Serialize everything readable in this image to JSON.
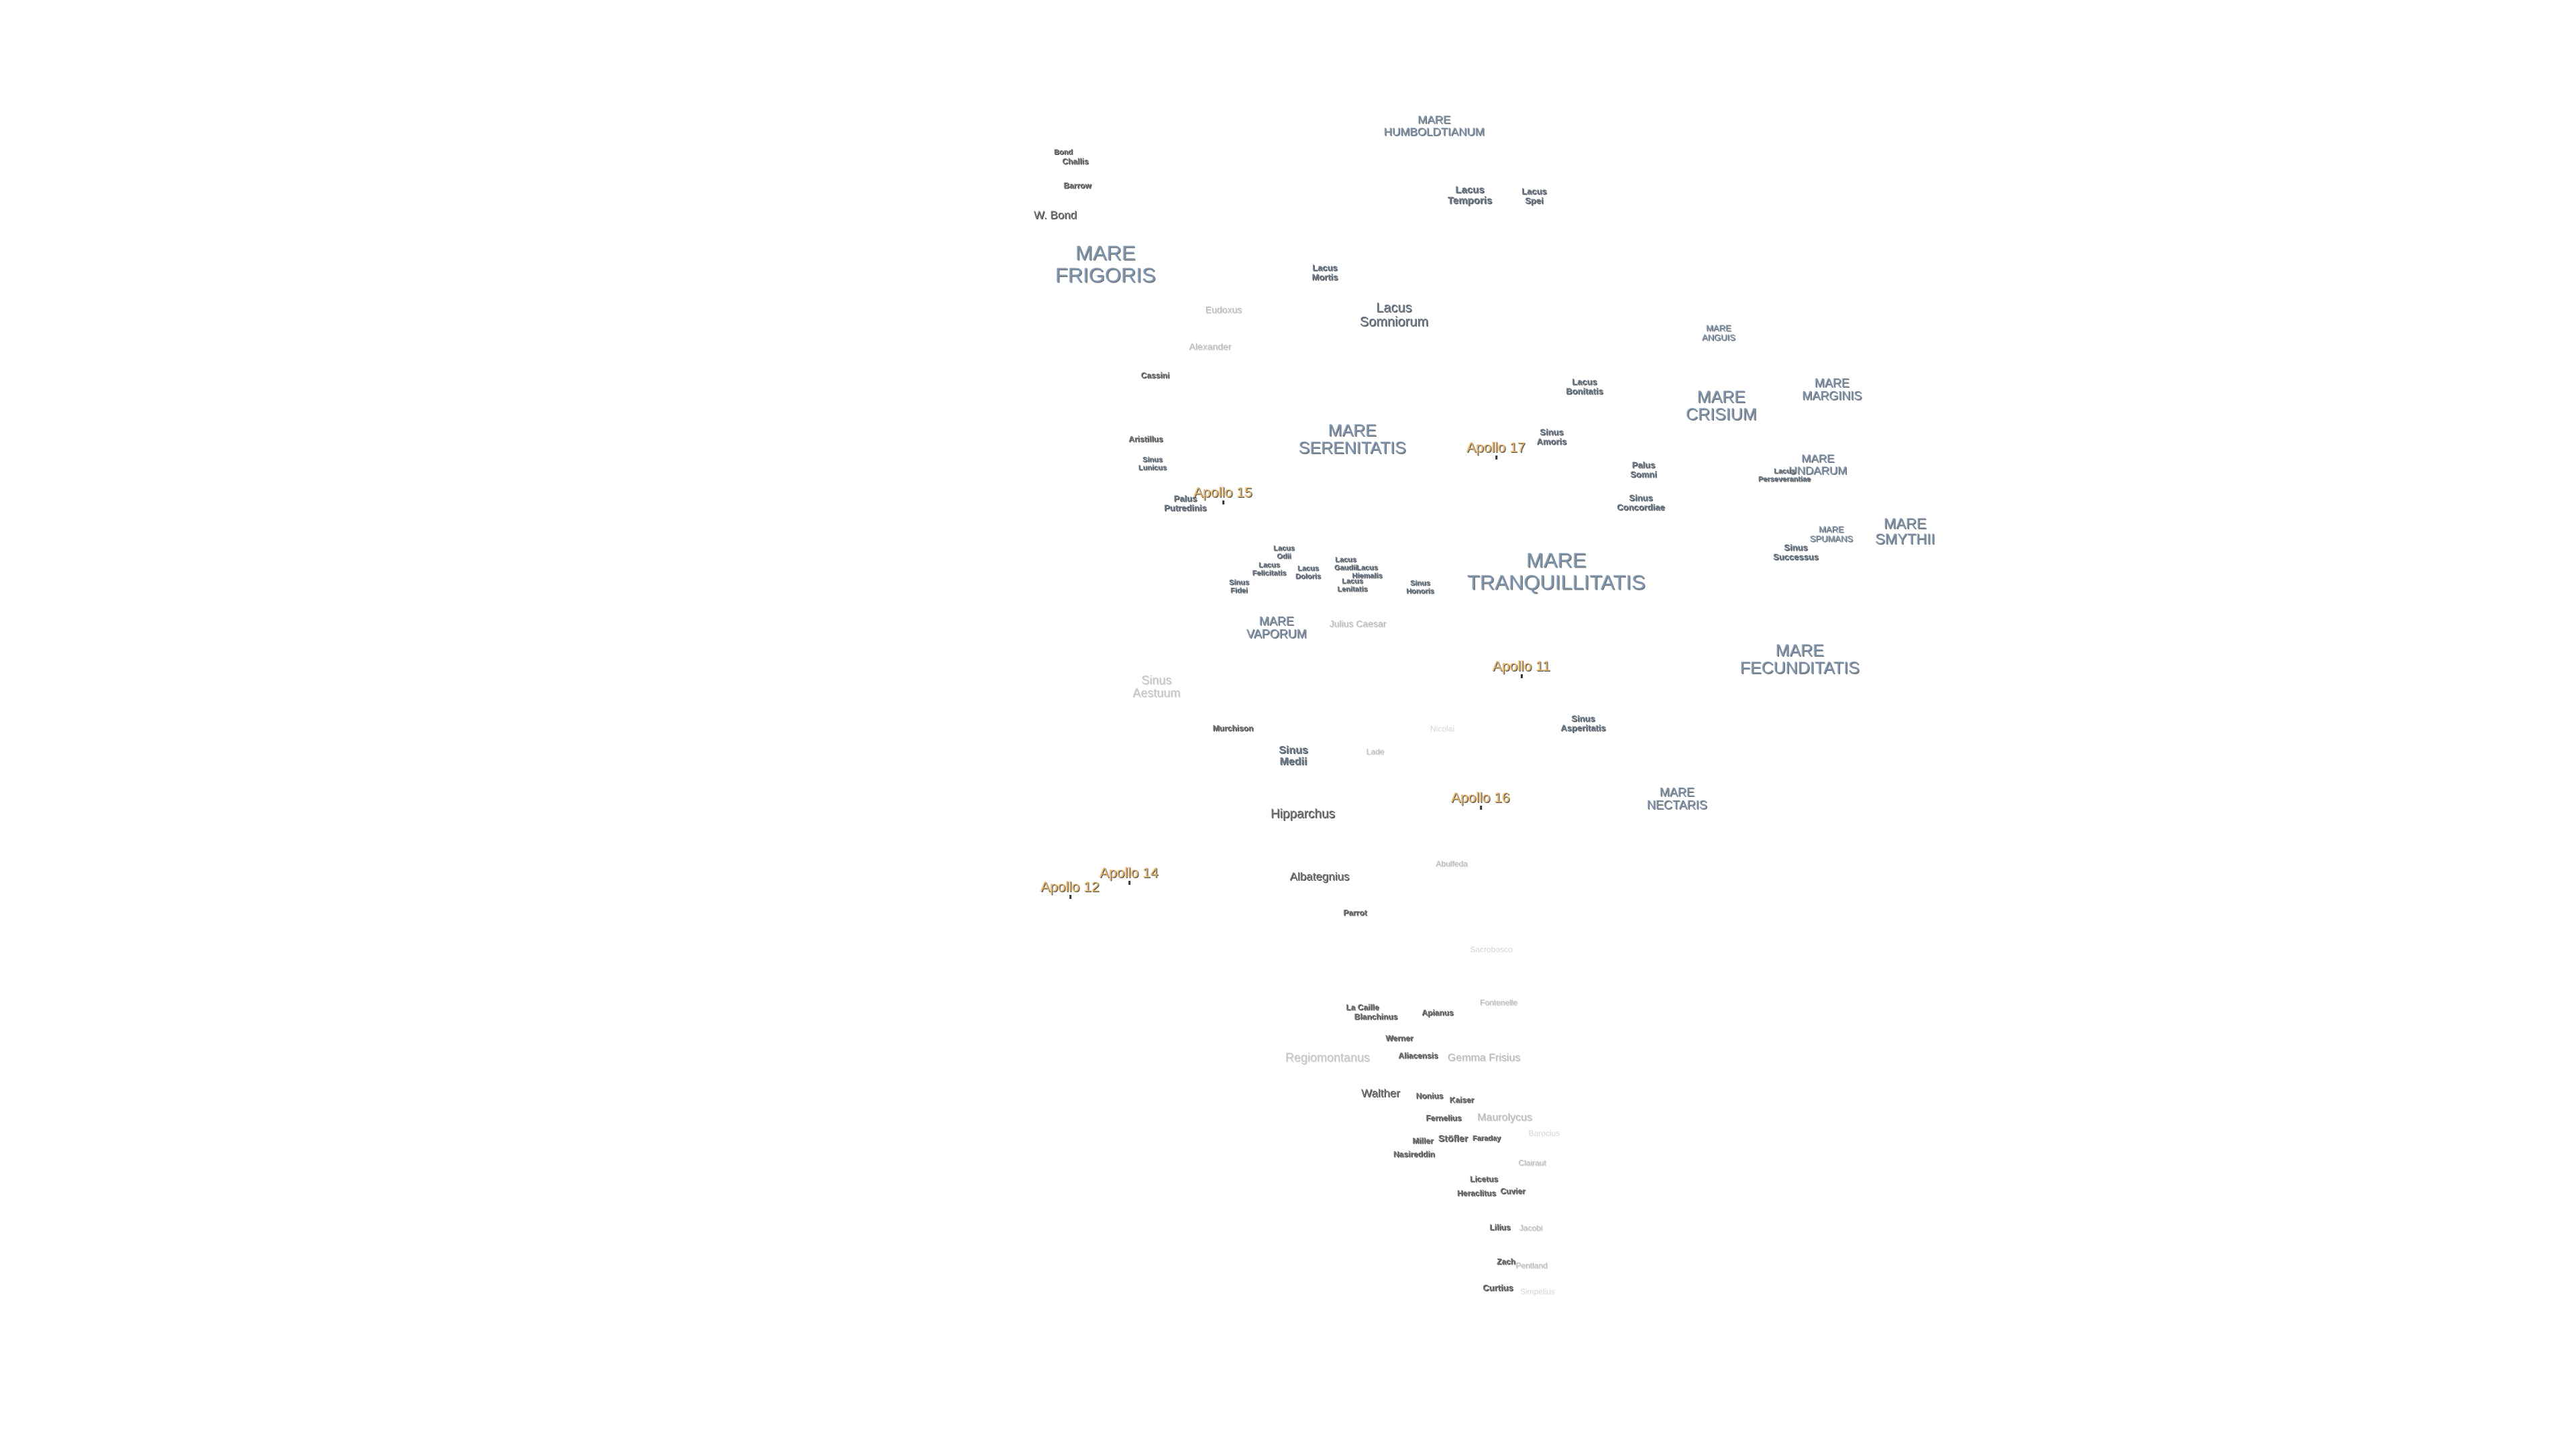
{
  "map": {
    "maria": {
      "mare_humboldtianum": "MARE\nHUMBOLDTIANUM",
      "mare_frigoris": "MARE\nFRIGORIS",
      "mare_serenitatis": "MARE\nSERENITATIS",
      "mare_anguis": "MARE\nANGUIS",
      "mare_crisium": "MARE\nCRISIUM",
      "mare_marginis": "MARE\nMARGINIS",
      "mare_undarum": "MARE\nUNDARUM",
      "mare_spumans": "MARE\nSPUMANS",
      "mare_smythii": "MARE\nSMYTHII",
      "mare_tranquillitatis": "MARE\nTRANQUILLITATIS",
      "mare_vaporum": "MARE\nVAPORUM",
      "mare_fecunditatis": "MARE\nFECUNDITATIS",
      "mare_nectaris": "MARE\nNECTARIS"
    },
    "lakes_bays": {
      "lacus_temporis": "Lacus\nTemporis",
      "lacus_spei": "Lacus\nSpei",
      "lacus_mortis": "Lacus\nMortis",
      "lacus_somniorum": "Lacus\nSomniorum",
      "lacus_bonitatis": "Lacus\nBonitatis",
      "sinus_amoris": "Sinus\nAmoris",
      "sinus_lunicus": "Sinus\nLunicus",
      "palus_putredinis": "Palus\nPutredinis",
      "palus_somni": "Palus\nSomni",
      "sinus_concordiae": "Sinus\nConcordiae",
      "lacus_perseverantiae": "Lacus\nPerseverantiae",
      "sinus_successus": "Sinus\nSuccessus",
      "lacus_odii": "Lacus\nOdii",
      "lacus_felicitatis": "Lacus\nFelicitatis",
      "lacus_doloris": "Lacus\nDoloris",
      "lacus_gaudii": "Lacus\nGaudii",
      "lacus_hiemalis": "Lacus\nHiemalis",
      "lacus_lenitatis": "Lacus\nLenitatis",
      "sinus_fidei": "Sinus\nFidei",
      "sinus_honoris": "Sinus\nHonoris",
      "sinus_aestuum": "Sinus\nAestuum",
      "sinus_asperitatis": "Sinus\nAsperitatis",
      "sinus_medii": "Sinus\nMedii"
    },
    "craters": {
      "bond": "Bond",
      "challis": "Challis",
      "barrow": "Barrow",
      "w_bond": "W. Bond",
      "alexander": "Alexander",
      "cassini": "Cassini",
      "aristillus": "Aristillus",
      "eudoxus": "Eudoxus",
      "julius_caesar": "Julius Caesar",
      "murchison": "Murchison",
      "lade": "Lade",
      "nicolai": "Nicolai",
      "hipparchus": "Hipparchus",
      "albategnius": "Albategnius",
      "abulfeda": "Abulfeda",
      "parrot": "Parrot",
      "sacrobosco": "Sacrobosco",
      "la_caille": "La Caille",
      "blanchinus": "Blanchinus",
      "apianus": "Apianus",
      "fontenelle": "Fontenelle",
      "werner": "Werner",
      "regiomontanus": "Regiomontanus",
      "aliacensis": "Aliacensis",
      "gemma_frisius": "Gemma Frisius",
      "walther": "Walther",
      "nonius": "Nonius",
      "kaiser": "Kaiser",
      "fernelius": "Fernelius",
      "maurolycus": "Maurolycus",
      "stofler": "Stöfler",
      "faraday": "Faraday",
      "miller": "Miller",
      "nasireddin": "Nasireddin",
      "licetus": "Licetus",
      "heraclitus": "Heraclitus",
      "cuvier": "Cuvier",
      "lilius": "Lilius",
      "jacobi": "Jacobi",
      "zach": "Zach",
      "pentland": "Pentland",
      "curtius": "Curtius",
      "simpelius": "Simpelius",
      "clairaut": "Clairaut",
      "barocius": "Barocius"
    },
    "landing_sites": {
      "apollo_15": "Apollo 15",
      "apollo_17": "Apollo 17",
      "apollo_11": "Apollo 11",
      "apollo_16": "Apollo 16",
      "apollo_14": "Apollo 14",
      "apollo_12": "Apollo 12"
    },
    "colors": {
      "mare_label": "#7f95ad",
      "lacus_label": "#6f7e8f",
      "crater_label": "#7b7b7b",
      "faint_label": "#c6c6c6",
      "apollo_label": "#e2b56f",
      "background": "#ffffff"
    }
  }
}
